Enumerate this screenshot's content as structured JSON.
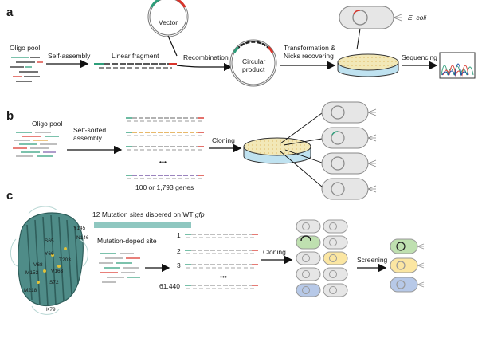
{
  "panels": {
    "a": {
      "letter": "a",
      "oligo_pool": "Oligo pool",
      "self_assembly": "Self-assembly",
      "linear_fragment": "Linear fragment",
      "vector": "Vector",
      "recombination": "Recombination",
      "circular_product_line1": "Circular",
      "circular_product_line2": "product",
      "transformation_line1": "Transformation &",
      "transformation_line2": "Nicks recovering",
      "ecoli": "E. coli",
      "sequencing": "Sequencing"
    },
    "b": {
      "letter": "b",
      "oligo_pool": "Oligo pool",
      "self_sorted_line1": "Self-sorted",
      "self_sorted_line2": "assembly",
      "ellipsis": "•••",
      "genes_count": "100 or 1,793 genes",
      "cloning": "Cloning"
    },
    "c": {
      "letter": "c",
      "mutation_sites_prefix": "12 Mutation sites dispered on WT ",
      "mutation_sites_gene": "gfp",
      "mutation_doped_site": "Mutation-doped site",
      "row_numbers": [
        "1",
        "2",
        "3",
        "61,440"
      ],
      "ellipsis": "•••",
      "cloning": "Cloning",
      "screening": "Screening",
      "residue_labels": [
        "Y145",
        "N146",
        "S65",
        "T203",
        "V163",
        "Y66",
        "M153",
        "S72",
        "K79",
        "M218",
        "V68"
      ]
    }
  },
  "colors": {
    "fragment_green": "#2e9e7a",
    "fragment_red": "#d9342b",
    "plate_blue": "#bfe2f0",
    "plate_yellow": "#f2e8b8",
    "protein_teal": "#4f8c88",
    "cell_gray": "#e6e6e6",
    "cell_green": "#bfe0b0",
    "cell_yellow": "#fbe6a2",
    "cell_blue": "#b7c9e8"
  }
}
